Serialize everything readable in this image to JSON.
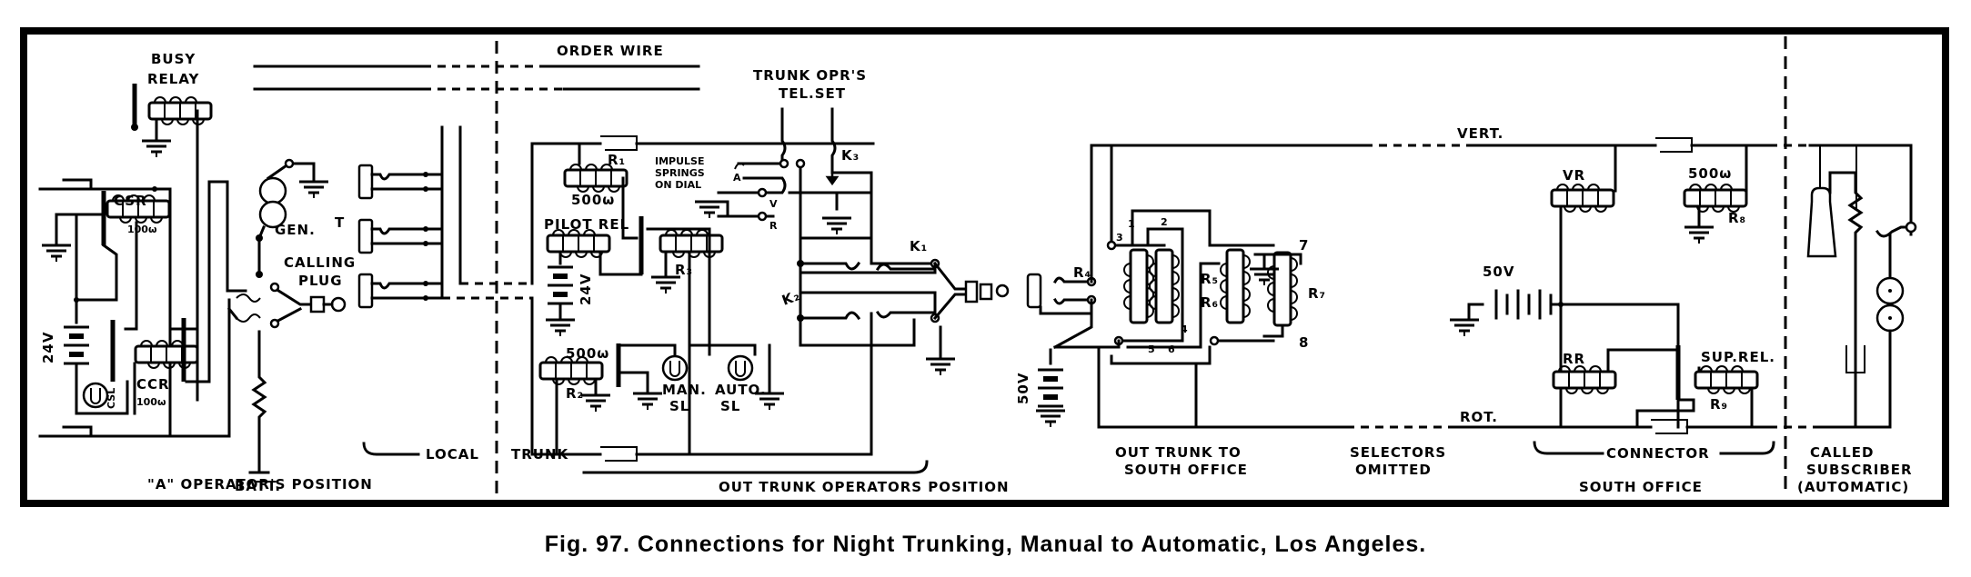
{
  "figure": {
    "caption": "Fig. 97.  Connections for Night Trunking, Manual to Automatic, Los Angeles."
  },
  "sections": {
    "a_operator": "\"A\" OPERATOR'S POSITION",
    "local": "LOCAL",
    "trunk": "TRUNK",
    "out_trunk_operator": "OUT TRUNK OPERATORS POSITION",
    "out_trunk_to_line1": "OUT TRUNK TO",
    "out_trunk_to_line2": "SOUTH OFFICE",
    "selectors_line1": "SELECTORS",
    "selectors_line2": "OMITTED",
    "connector": "CONNECTOR",
    "south_office": "SOUTH OFFICE",
    "called_line1": "CALLED",
    "called_line2": "SUBSCRIBER",
    "called_line3": "(AUTOMATIC)"
  },
  "labels": {
    "busy_relay_1": "BUSY",
    "busy_relay_2": "RELAY",
    "csr": "CSR",
    "csr_res": "100ω",
    "ccr": "CCR",
    "ccr_res": "100ω",
    "csl": "CSL",
    "batt_24v_left": "24V",
    "gen": "GEN.",
    "t": "T",
    "calling_1": "CALLING",
    "calling_2": "PLUG",
    "batt": "BATT.",
    "order_wire": "ORDER WIRE",
    "tel_set_1": "TRUNK OPR'S",
    "tel_set_2": "TEL.SET",
    "r1": "R₁",
    "r1_res": "500ω",
    "impulse_1": "IMPULSE",
    "impulse_2": "SPRINGS",
    "impulse_3": "ON DIAL",
    "spring_a": "A",
    "spring_v": "V",
    "spring_r": "R",
    "k3": "K₃",
    "k1": "K₁",
    "k2": "K₂",
    "pilot_rel": "PILOT REL",
    "batt_24v_mid": "24V",
    "r3": "R₃",
    "r2_res": "500ω",
    "r2": "R₂",
    "man_sl_1": "MAN.",
    "man_sl_2": "SL",
    "auto_sl_1": "AUTO.",
    "auto_sl_2": "SL",
    "r4": "R₄",
    "r5": "R₅",
    "r6": "R₆",
    "r7": "R₇",
    "n1": "1",
    "n2": "2",
    "n3": "3",
    "n4": "4",
    "n5": "5",
    "n6": "6",
    "n7": "7",
    "n8": "8",
    "batt_50v_out": "50V",
    "vert": "VERT.",
    "rot": "ROT.",
    "vr": "VR",
    "r8_res": "500ω",
    "r8": "R₈",
    "batt_50v_conn": "50V",
    "rr": "RR",
    "sup_rel": "SUP.REL.",
    "r9": "R₉"
  }
}
